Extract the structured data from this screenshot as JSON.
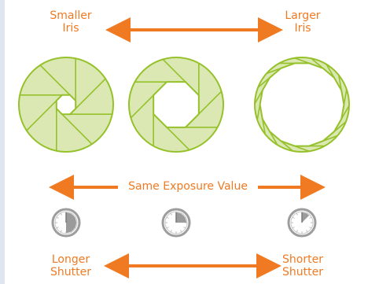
{
  "labels": {
    "smaller_iris": [
      "Smaller",
      "Iris"
    ],
    "larger_iris": [
      "Larger",
      "Iris"
    ],
    "same_exposure": "Same Exposure Value",
    "longer_shutter": [
      "Longer",
      "Shutter"
    ],
    "shorter_shutter": [
      "Shorter",
      "Shutter"
    ]
  },
  "colors": {
    "accent": "#f07a22",
    "iris_fill": "#dbe8b3",
    "iris_stroke": "#95c12a",
    "dial_ring": "#9d9d9d",
    "dial_fill": "#9b9b9b"
  },
  "apertures": [
    {
      "name": "small-aperture",
      "blades": 8,
      "opening": 0.22
    },
    {
      "name": "medium-aperture",
      "blades": 8,
      "opening": 0.52
    },
    {
      "name": "large-aperture",
      "blades": 18,
      "opening": 0.89
    }
  ],
  "shutter_dials": [
    {
      "name": "long-shutter-dial",
      "filled_fraction": 0.5
    },
    {
      "name": "medium-shutter-dial",
      "filled_fraction": 0.25
    },
    {
      "name": "short-shutter-dial",
      "filled_fraction": 0.125
    }
  ]
}
